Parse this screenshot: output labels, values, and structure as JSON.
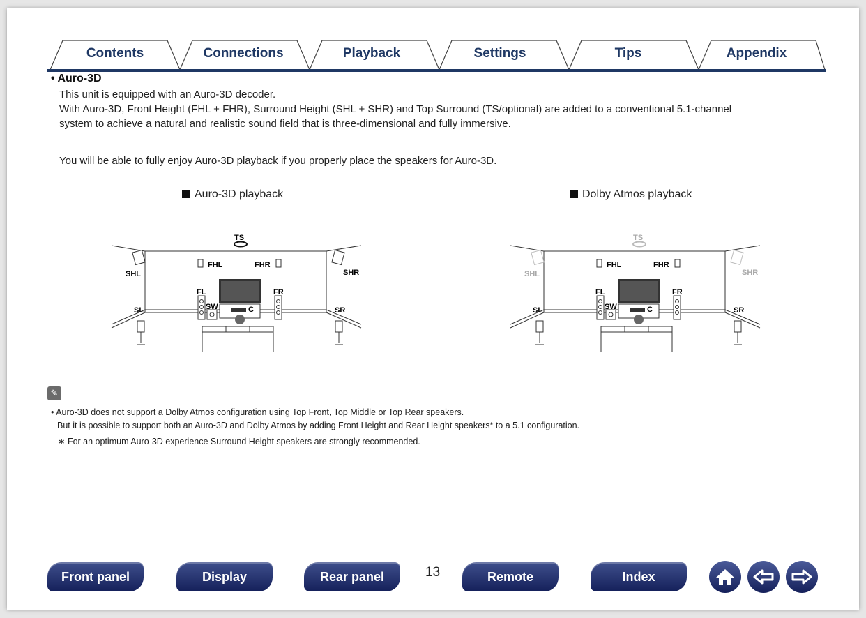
{
  "tabs": [
    "Contents",
    "Connections",
    "Playback",
    "Settings",
    "Tips",
    "Appendix"
  ],
  "section": {
    "bullet": "•",
    "title": "Auro-3D",
    "paragraphs": [
      "This unit is equipped with an Auro-3D decoder.",
      "With Auro-3D, Front Height (FHL + FHR), Surround Height (SHL + SHR) and Top Surround (TS/optional) are added to a conventional 5.1-channel",
      "system to achieve a natural and realistic sound field that is three-dimensional and fully immersive.",
      "You will be able to fully enjoy Auro-3D playback if you properly place the speakers for Auro-3D."
    ]
  },
  "diagrams": [
    {
      "title": "Auro-3D playback",
      "labels": {
        "ts": "TS",
        "fhl": "FHL",
        "fhr": "FHR",
        "shl": "SHL",
        "shr": "SHR",
        "fl": "FL",
        "fr": "FR",
        "sw": "SW",
        "c": "C",
        "sl": "SL",
        "sr": "SR"
      }
    },
    {
      "title": "Dolby Atmos playback",
      "labels": {
        "ts": "TS",
        "fhl": "FHL",
        "fhr": "FHR",
        "shl": "SHL",
        "shr": "SHR",
        "fl": "FL",
        "fr": "FR",
        "sw": "SW",
        "c": "C",
        "sl": "SL",
        "sr": "SR"
      }
    }
  ],
  "notes": {
    "icon": "pencil-icon",
    "bullet": "•",
    "line1": "Auro-3D does not support a Dolby Atmos configuration using Top Front, Top Middle or Top Rear speakers.",
    "line2": "But it is possible to support both an Auro-3D and Dolby Atmos by adding Front Height and Rear Height speakers* to a 5.1 configuration.",
    "line3": "∗ For an optimum Auro-3D experience Surround Height speakers are strongly recommended."
  },
  "footer": {
    "front_panel": "Front panel",
    "display": "Display",
    "rear_panel": "Rear panel",
    "page_number": "13",
    "remote": "Remote",
    "index": "Index"
  },
  "colors": {
    "accent": "#1f3864",
    "tab_line": "#1f3864",
    "button": "#15205a"
  }
}
